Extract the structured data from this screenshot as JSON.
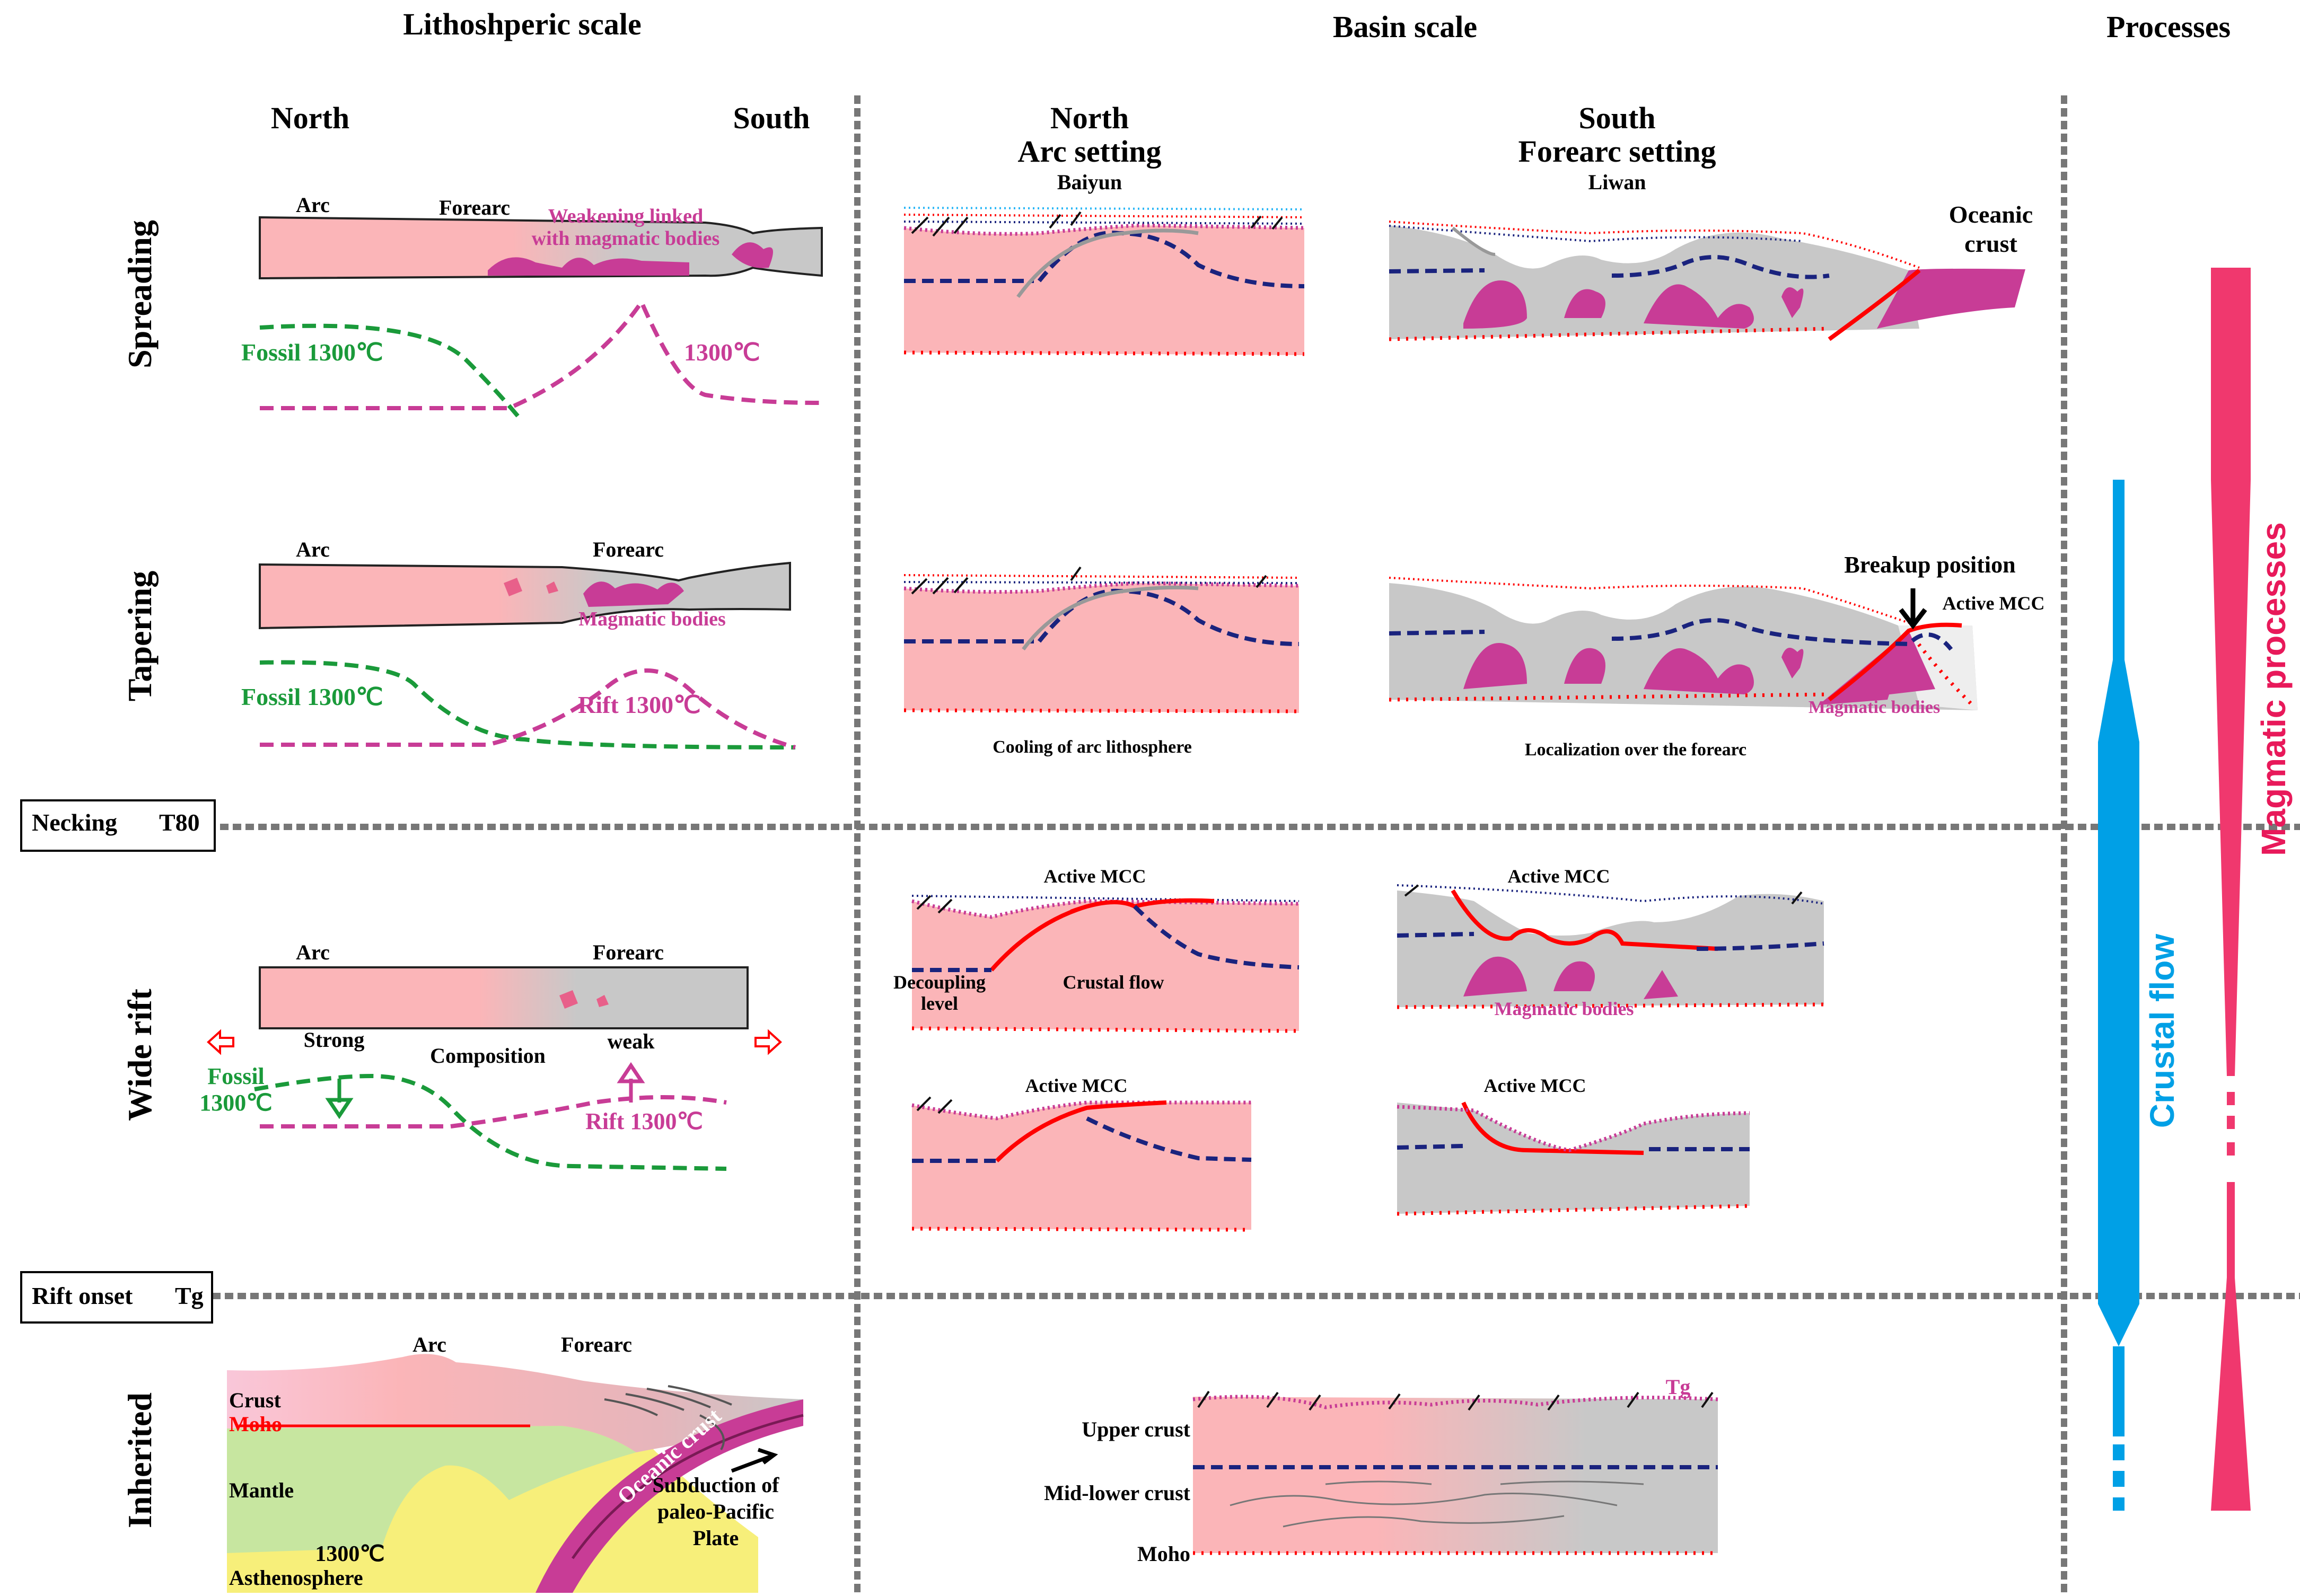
{
  "headers": {
    "lithospheric": "Lithoshperic scale",
    "basin": "Basin scale",
    "processes": "Processes"
  },
  "directions": {
    "north": "North",
    "south": "South"
  },
  "basin_cols": {
    "north_title": "North",
    "north_sub": "Arc setting",
    "north_site": "Baiyun",
    "south_title": "South",
    "south_sub": "Forearc setting",
    "south_site": "Liwan"
  },
  "stages": {
    "spreading": "Spreading",
    "tapering": "Tapering",
    "wide_rift": "Wide rift",
    "inherited": "Inherited"
  },
  "boxes": {
    "necking": "Necking",
    "necking_tag": "T80",
    "rift_onset": "Rift onset",
    "rift_onset_tag": "Tg"
  },
  "spreading": {
    "arc": "Arc",
    "forearc": "Forearc",
    "weakening_1": "Weakening linked",
    "weakening_2": "with magmatic bodies",
    "fossil": "Fossil 1300℃",
    "iso": "1300℃",
    "oceanic_1": "Oceanic",
    "oceanic_2": "crust"
  },
  "tapering": {
    "arc": "Arc",
    "forearc": "Forearc",
    "magmatic": "Magmatic bodies",
    "fossil": "Fossil 1300℃",
    "rift": "Rift 1300℃",
    "breakup": "Breakup position",
    "active_mcc": "Active MCC",
    "magmatic_basin": "Magmatic bodies",
    "cooling": "Cooling of arc lithosphere",
    "localization": "Localization over the forearc"
  },
  "wide_rift": {
    "arc": "Arc",
    "forearc": "Forearc",
    "strong": "Strong",
    "composition": "Composition",
    "weak": "weak",
    "fossil_1": "Fossil",
    "fossil_2": "1300℃",
    "rift": "Rift 1300℃",
    "active_mcc_a": "Active MCC",
    "active_mcc_b": "Active MCC",
    "active_mcc_c": "Active MCC",
    "active_mcc_d": "Active MCC",
    "decoupling_1": "Decoupling",
    "decoupling_2": "level",
    "crustal_flow": "Crustal flow",
    "magmatic": "Magmatic bodies"
  },
  "inherited": {
    "arc": "Arc",
    "forearc": "Forearc",
    "crust": "Crust",
    "moho": "Moho",
    "mantle": "Mantle",
    "iso": "1300℃",
    "astheno": "Asthenosphere",
    "oceanic": "Oceanic crust",
    "subduction_1": "Subduction of",
    "subduction_2": "paleo-Pacific",
    "subduction_3": "Plate",
    "upper_crust": "Upper crust",
    "mid_lower": "Mid-lower crust",
    "moho_b": "Moho",
    "tg": "Tg"
  },
  "processes": {
    "crustal_flow": "Crustal flow",
    "magmatic": "Magmatic processes"
  },
  "colors": {
    "crust_pink": "#fbb5b8",
    "crust_grey": "#c8c8c8",
    "magma": "#c83c96",
    "fossil_green": "#1a9a3a",
    "rift_magenta": "#c83c96",
    "moho_red": "#ff0000",
    "mid_blue": "#1a237e",
    "flow_blue": "#00a0e6",
    "magma_bar": "#f0386e",
    "mantle": "#c7e6a0",
    "astheno": "#f7ef7a"
  }
}
